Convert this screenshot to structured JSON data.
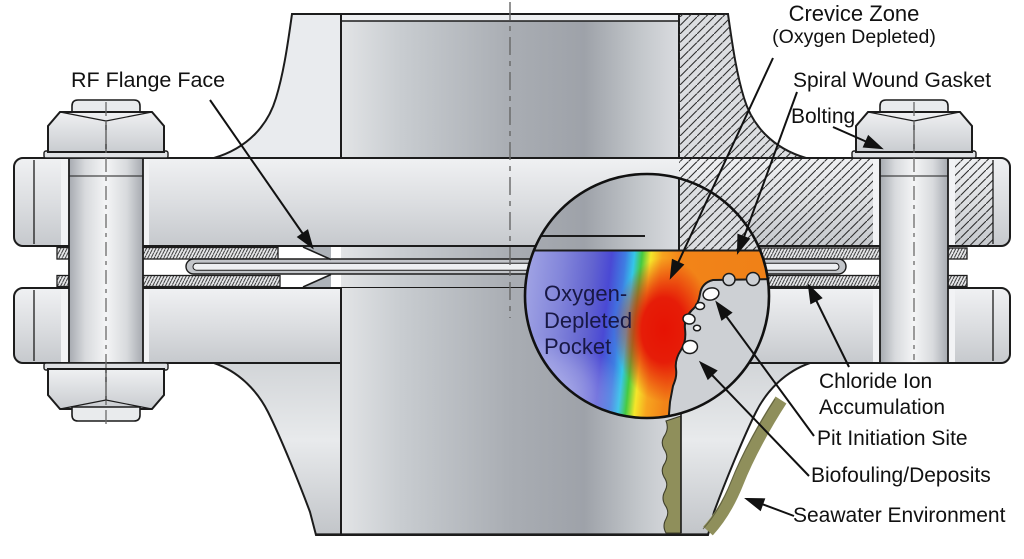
{
  "figure": {
    "type": "technical-cutaway-diagram",
    "subject": "Bolted RF flange joint cross-section with crevice-corrosion detail inset"
  },
  "annotations": {
    "rf_flange_face": "RF Flange Face",
    "crevice_zone": {
      "line1": "Crevice Zone",
      "line2": "(Oxygen Depleted)"
    },
    "spiral_wound_gasket": "Spiral Wound Gasket",
    "bolting": "Bolting",
    "oxygen_depleted_pocket": {
      "line1": "Oxygen-",
      "line2": "Depleted",
      "line3": "Pocket"
    },
    "chloride_ion_accumulation": {
      "line1": "Chloride Ion",
      "line2": "Accumulation"
    },
    "pit_initiation_site": "Pit Initiation Site",
    "biofouling_deposits": "Biofouling/Deposits",
    "seawater_environment": "Seawater Environment"
  },
  "colors": {
    "outline": "#1c1c1c",
    "steel_light": "#f0f1f3",
    "steel_mid": "#c6c9cd",
    "bore_dark": "#9ea2a9",
    "gasket_ring": "#c2c5c9",
    "deposit_olive": "#8f8f5b",
    "pit_white": "#fdfdfd",
    "heatmap": {
      "purple": "#6263d0",
      "blue": "#3f7de2",
      "cyan": "#35c6ea",
      "green": "#44ca41",
      "yellow": "#f5e62a",
      "orange": "#f28418",
      "red": "#e61d08"
    }
  }
}
